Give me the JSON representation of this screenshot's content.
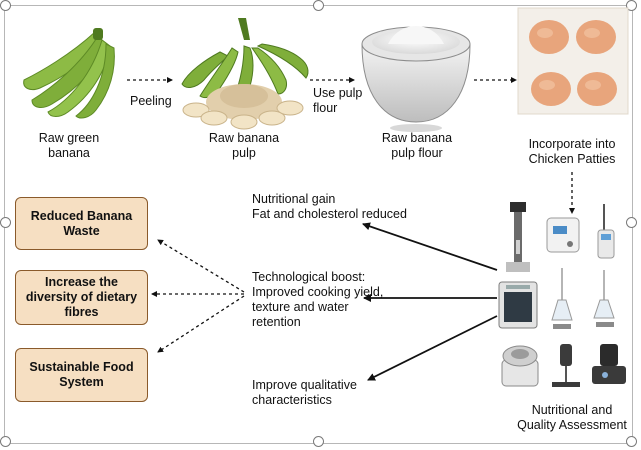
{
  "steps": {
    "raw_green_banana": "Raw green\nbanana",
    "peeling": "Peeling",
    "raw_banana_pulp": "Raw banana\npulp",
    "use_pulp_flour": "Use pulp\nflour",
    "raw_banana_pulp_flour": "Raw banana\npulp flour",
    "incorporate": "Incorporate into\nChicken Patties"
  },
  "effects": {
    "nutritional": "Nutritional gain\nFat and cholesterol reduced",
    "technological": "Technological boost:\nImproved cooking yield,\ntexture and water\nretention",
    "qualitative": "Improve qualitative\ncharacteristics"
  },
  "outcomes": {
    "waste": "Reduced Banana\nWaste",
    "fibres": "Increase the\ndiversity of dietary\nfibres",
    "sustainable": "Sustainable Food\nSystem"
  },
  "assessment_label": "Nutritional and\nQuality Assessment",
  "colors": {
    "box_fill": "#f6dfc2",
    "box_border": "#8a5a2b",
    "banana_green": "#7fae3a"
  }
}
